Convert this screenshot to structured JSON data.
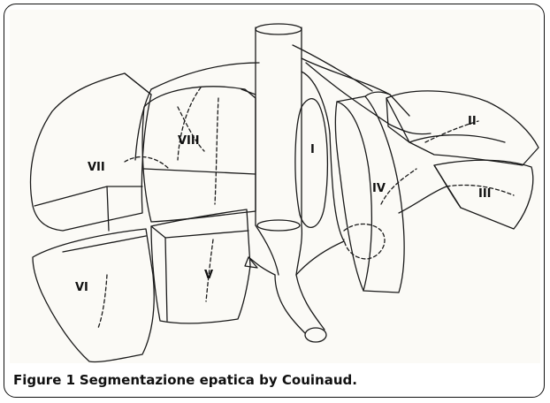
{
  "figure": {
    "label": "Figure 1",
    "caption_text": "Segmentazione epatica by Couinaud."
  },
  "segments": [
    {
      "id": "I",
      "label": "I"
    },
    {
      "id": "II",
      "label": "II"
    },
    {
      "id": "III",
      "label": "III"
    },
    {
      "id": "IV",
      "label": "IV"
    },
    {
      "id": "V",
      "label": "V"
    },
    {
      "id": "VI",
      "label": "VI"
    },
    {
      "id": "VII",
      "label": "VII"
    },
    {
      "id": "VIII",
      "label": "VIII"
    }
  ],
  "colors": {
    "line": "#1a1a1a",
    "background": "#fbfaf6",
    "frame": "#111111"
  }
}
